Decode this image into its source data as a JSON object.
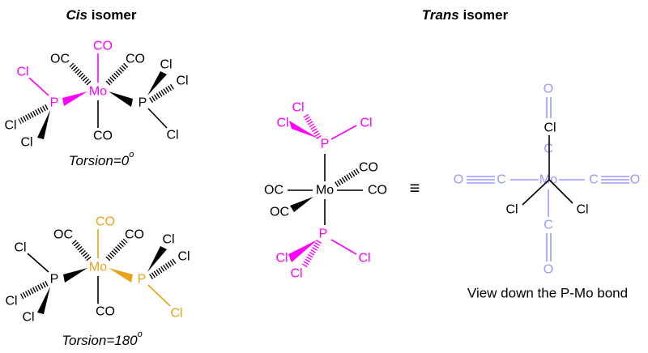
{
  "titles": {
    "cis_prefix": "Cis",
    "cis_suffix": " isomer",
    "trans_prefix": "Trans",
    "trans_suffix": " isomer"
  },
  "colors": {
    "highlight_cis": "#FF00FF",
    "highlight_180": "#E8A317",
    "newman_front": "#9999FF",
    "bond": "#000000"
  },
  "atoms": {
    "mo": "Mo",
    "p": "P",
    "cl": "Cl",
    "co": "CO",
    "oc": "OC",
    "c": "C",
    "o": "O"
  },
  "cis_0": {
    "torsion": "Torsion=0",
    "degree": "o"
  },
  "cis_180": {
    "torsion": "Torsion=180",
    "degree": "o"
  },
  "equivalence_symbol": "≡",
  "newman_caption": "View down the P-Mo bond"
}
